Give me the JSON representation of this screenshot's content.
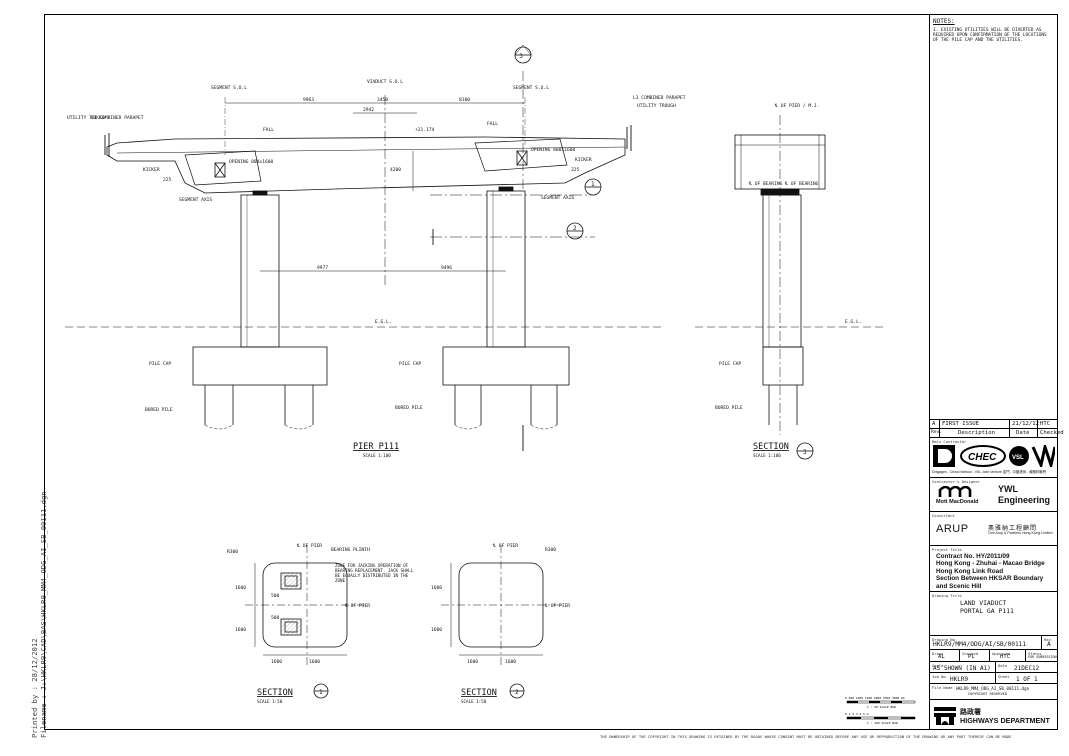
{
  "printed": {
    "printed_by": "Printed by :",
    "printed_date": "28/12/2012",
    "filename_label": "Filename :",
    "filename": "J:\\HKLR9\\CAD\\BAS\\HKLR9_MM4_ODG_AI_SB_00111.dgn"
  },
  "notes": {
    "title": "NOTES:",
    "text": "1.  EXISTING UTILITIES WILL BE DIVERTED AS REQUIRED UPON CONFIRMATION OF THE LOCATIONS OF THE PILE CAP AND THE UTILITIES."
  },
  "elevation": {
    "segment_sol_left": "SEGMENT S.O.L",
    "segment_sol_right": "SEGMENT S.O.L",
    "viaduct_sol": "VIADUCT S.O.L",
    "l3_parapet_left": "L3 COMBINED PARAPET",
    "l3_parapet_right": "L3 COMBINED PARAPET",
    "utility_trough_left": "UTILITY TROUGH",
    "utility_trough_right": "UTILITY TROUGH",
    "dim_9963": "9963",
    "dim_8100": "8100",
    "dim_2942": "2942",
    "dim_3450": "3450",
    "fall_left": "FALL",
    "fall_right": "FALL",
    "gradient": "+21.174",
    "opening_left": "OPENING 800x1600",
    "opening_right": "OPENING 800x1600",
    "kicker_left": "KICKER",
    "kicker_right": "KICKER",
    "dim_4200": "4200",
    "dim_225_left": "225",
    "dim_225_right": "225",
    "segment_axis_left": "SEGMENT AXIS",
    "segment_axis_right": "SEGMENT AXIS",
    "dim_9977": "9977",
    "dim_9496": "9496",
    "egl": "E.G.L.",
    "pile_cap_left": "PILE CAP",
    "pile_cap_mid": "PILE CAP",
    "bored_pile_left": "BORED PILE",
    "bored_pile_mid": "BORED PILE",
    "title": "PIER P111",
    "scale": "SCALE 1:100",
    "marker_top_num": "3",
    "marker_1_num": "1",
    "marker_2_num": "2",
    "marker_dash": "-"
  },
  "section3": {
    "cl_pier": "℄ OF PIER / M.J.",
    "cl_bearing_1": "℄ OF BEARING",
    "cl_bearing_2": "℄ OF BEARING",
    "egl": "E.G.L.",
    "pile_cap": "PILE CAP",
    "bored_pile": "BORED PILE",
    "title": "SECTION",
    "num": "3",
    "dash": "-",
    "scale": "SCALE 1:100"
  },
  "section1": {
    "r300": "R300",
    "cl_pier_top": "℄ OF PIER",
    "bearing_plinth": "BEARING PLINTH",
    "zone_note": "ZONE FOR JACKING OPERATION OF BEARING REPLACEMENT. JACK SHALL BE EQUALLY DISTRIBUTED IN THE ZONE",
    "cl_pier_side": "℄ OF PIER",
    "dim_1600_a": "1600",
    "dim_1600_b": "1600",
    "dim_1600_c": "1600",
    "dim_1600_d": "1600",
    "dim_500_a": "500",
    "dim_500_b": "500",
    "title": "SECTION",
    "num": "1",
    "dash": "-",
    "scale": "SCALE 1:50"
  },
  "section2": {
    "r300": "R300",
    "cl_pier_top": "℄ OF PIER",
    "cl_pier_side": "℄ OF PIER",
    "dim_1600_a": "1600",
    "dim_1600_b": "1600",
    "dim_1600_c": "1600",
    "dim_1600_d": "1600",
    "title": "SECTION",
    "num": "2",
    "dash": "-",
    "scale": "SCALE 1:50"
  },
  "revision": {
    "rev": "A",
    "description": "FIRST ISSUE",
    "date": "21/12/12",
    "checked": "HTC",
    "h_rev": "Rev.",
    "h_description": "Description",
    "h_date": "Date",
    "h_checked": "Checked"
  },
  "titleblock": {
    "main_contractor_label": "Main Contractor",
    "jv_caption": "Dragages - China Harbour - VSL Joint Venture   金門 - 中國港灣 - 威勝利聯營",
    "chec_text": "CHEC",
    "vsl_text": "VSL",
    "designer_label": "Contractor's Designer",
    "mott_name": "Mott MacDonald",
    "ywl_1": "YWL",
    "ywl_2": "Engineering",
    "ica_label": "Consultant",
    "arup_name": "ARUP",
    "arup_chinese": "奧雅納工程顧問",
    "arup_sub": "Ove Arup & Partners Hong Kong Limited",
    "project_label": "Project Title",
    "project_1": "Contract No. HY/2011/09",
    "project_2": "Hong Kong - Zhuhai - Macao Bridge",
    "project_3": "Hong Kong Link Road",
    "project_4": "Section Between HKSAR Boundary",
    "project_5": "and Scenic Hill",
    "drawing_title_label": "Drawing Title",
    "drawing_title_1": "LAND VIADUCT",
    "drawing_title_2": "PORTAL GA P111",
    "drawing_no_label": "Drawing No.",
    "drawing_no": "HKLR9/MM4/ODG/AI/SB/00111",
    "rev_label": "Rev.",
    "rev_value": "A",
    "drawn_label": "Drawn",
    "drawn": "AL",
    "checked_label": "Checked",
    "checked": "PL",
    "approved_label": "Approved",
    "approved": "HTC",
    "status_label": "Status",
    "status": "FOR SUBMISSION",
    "scale_label": "Scale",
    "scale_value": "AS SHOWN (IN A1)",
    "date_label": "Date",
    "date_value": "21DEC12",
    "job_label": "Job No.",
    "job_value": "HKLR9",
    "sheet_label": "Sheet",
    "sheet_value": "1 OF 1",
    "file_label": "File Name",
    "file_value": "HKLR9_MM4_ODG_AI_SB_00111.dgn",
    "copyright": "COPYRIGHT RESERVED",
    "scalebar_1_ticks": "0   500   1000   1500   2000   2500   3000 mm",
    "scalebar_1_label": "1 : 50  SCALE BAR",
    "scalebar_2_ticks": "0    1    2    3    4    5 m",
    "scalebar_2_label": "1 : 100  SCALE BAR",
    "hyd_chinese": "路政署",
    "hyd_english": "HIGHWAYS DEPARTMENT"
  },
  "bottom_copyright": "THE OWNERSHIP OF THE COPYRIGHT IN THIS DRAWING IS RETAINED BY THE ROADS WHOSE CONSENT MUST BE OBTAINED BEFORE ANY USE OR REPRODUCTION OF THE DRAWING OR ANY PART THEREOF CAN BE MADE"
}
